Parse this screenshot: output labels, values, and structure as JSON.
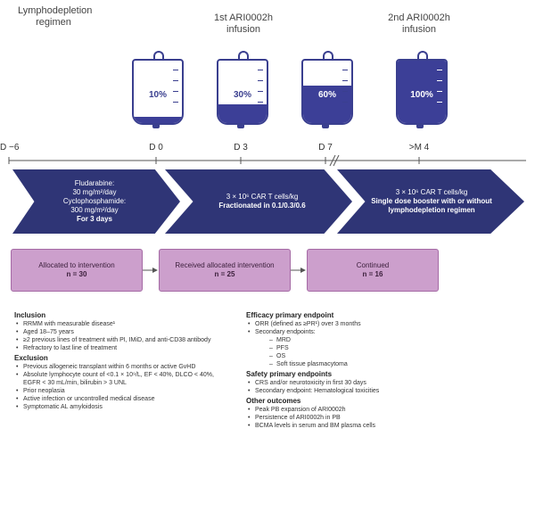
{
  "phase_labels": {
    "lymphodepletion": "Lymphodepletion regimen",
    "first_infusion": "1st ARI0002h infusion",
    "second_infusion": "2nd ARI0002h infusion"
  },
  "bags": [
    {
      "label": "10%",
      "fill": 0.1
    },
    {
      "label": "30%",
      "fill": 0.3
    },
    {
      "label": "60%",
      "fill": 0.6
    },
    {
      "label": "100%",
      "fill": 1.0
    }
  ],
  "days": [
    "D −6",
    "D 0",
    "D 3",
    "D 7",
    ">M 4"
  ],
  "arrows": {
    "a1": {
      "lines": [
        "Fludarabine:",
        "30 mg/m²/day",
        "Cyclophosphamide:",
        "300 mg/m²/day"
      ],
      "bold": "For 3 days"
    },
    "a2": {
      "lines": [
        "3 × 10⁶ CAR T cells/kg"
      ],
      "bold": "Fractionated in 0.1/0.3/0.6"
    },
    "a3": {
      "lines": [
        "3 × 10⁶ CAR T cells/kg"
      ],
      "bold": "Single dose booster with or without lymphodepletion regimen"
    }
  },
  "flow": {
    "b1": {
      "line": "Allocated to intervention",
      "bold": "n = 30"
    },
    "b2": {
      "line": "Received allocated intervention",
      "bold": "n = 25"
    },
    "b3": {
      "line": "Continued",
      "bold": "n = 16"
    }
  },
  "criteria": {
    "inclusion_title": "Inclusion",
    "inclusion": [
      "RRMM with measurable disease¹",
      "Aged 18–75 years",
      "≥2 previous lines of treatment with PI, IMiD, and anti-CD38 antibody",
      "Refractory to last line of treatment"
    ],
    "exclusion_title": "Exclusion",
    "exclusion": [
      "Previous allogeneic transplant within 6 months or active GvHD",
      "Absolute lymphocyte count of <0.1 × 10⁹/L, EF < 40%, DLCO < 40%, EGFR < 30 mL/min, bilirubin > 3 UNL",
      "Prior neoplasia",
      "Active infection or uncontrolled medical disease",
      "Symptomatic AL amyloidosis"
    ],
    "efficacy_title": "Efficacy primary endpoint",
    "efficacy": [
      "ORR (defined as ≥PR¹) over 3 months",
      "Secondary endpoints:"
    ],
    "efficacy_sub": [
      "MRD",
      "PFS",
      "OS",
      "Soft tissue plasmacytoma"
    ],
    "safety_title": "Safety primary endpoints",
    "safety": [
      "CRS and/or neurotoxicity in first 30 days",
      "Secondary endpoint: Hematological toxicities"
    ],
    "other_title": "Other outcomes",
    "other": [
      "Peak PB expansion of ARI0002h",
      "Persistence of ARI0002h in PB",
      "BCMA levels in serum and BM plasma cells"
    ]
  },
  "colors": {
    "navy": "#2f3576",
    "bag": "#3c3f97",
    "purple": "#cc9fcc"
  }
}
